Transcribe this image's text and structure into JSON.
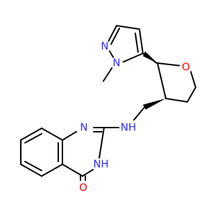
{
  "colors": {
    "bond": "#000000",
    "nitrogen": "#2c2cff",
    "oxygen": "#ff0d0d",
    "background": "#ffffff"
  },
  "atoms": {
    "pyrazole_n2": "N",
    "pyrazole_n1": "N",
    "thf_o": "O",
    "amine_nh": "NH",
    "quinazoline_n1": "N",
    "quinazoline_n3": "N",
    "quinazoline_n3_h": "H",
    "carbonyl_o": "O"
  }
}
